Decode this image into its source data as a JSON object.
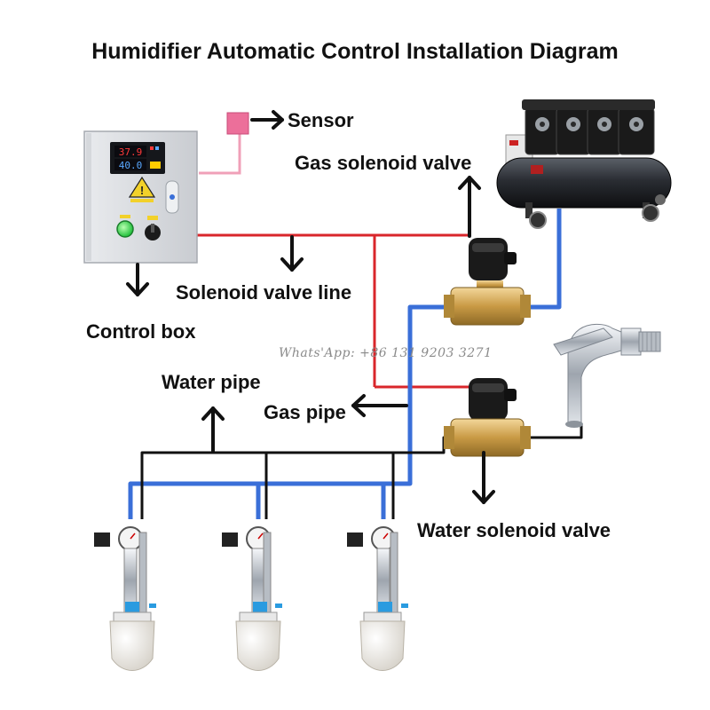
{
  "title": "Humidifier Automatic Control Installation Diagram",
  "labels": {
    "sensor": "Sensor",
    "gas_solenoid_valve": "Gas solenoid valve",
    "solenoid_valve_line": "Solenoid valve line",
    "control_box": "Control box",
    "water_pipe": "Water pipe",
    "gas_pipe": "Gas pipe",
    "water_solenoid_valve": "Water solenoid valve"
  },
  "watermark": "Whats'App: +86 131 9203 3271",
  "controller_display": {
    "top": "37.9",
    "bottom": "40.0"
  },
  "colors": {
    "solenoid_line": "#d9262b",
    "gas_pipe": "#3a6fd8",
    "water_pipe": "#111111",
    "sensor_box": "#ec6f9a",
    "sensor_wire": "#f0a0b8"
  },
  "icons": [
    "warning-triangle-icon",
    "right-arrow-icon",
    "down-arrow-icon",
    "up-arrow-icon",
    "left-arrow-icon"
  ]
}
